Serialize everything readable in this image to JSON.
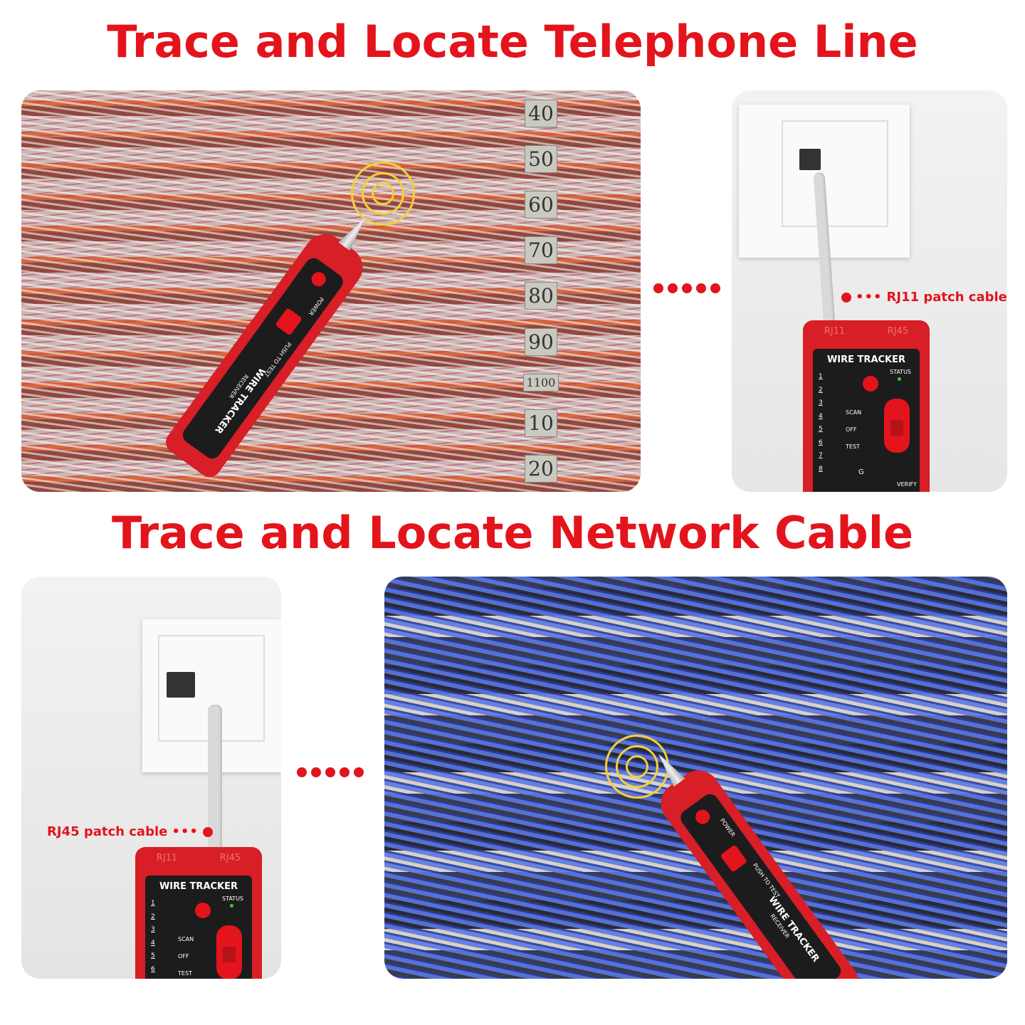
{
  "titles": {
    "telephone": "Trace and Locate Telephone Line",
    "network": "Trace and Locate Network Cable"
  },
  "accent_color": "#e3141c",
  "callouts": {
    "rj11": "RJ11 patch cable",
    "rj45": "RJ45 patch cable",
    "dots": "•••"
  },
  "block_labels": [
    "40",
    "50",
    "60",
    "70",
    "80",
    "90",
    "1100",
    "10",
    "20"
  ],
  "transmitter": {
    "port_left": "RJ11",
    "port_right": "RJ45",
    "name": "WIRE TRACKER",
    "status": "STATUS",
    "pins": "1\n2\n3\n4\n5\n6\n7\n8",
    "modes": "SCAN\nOFF\nTEST",
    "ground": "G",
    "verify": "VERIFY"
  },
  "receiver": {
    "name": "WIRE TRACKER",
    "sub": "RECEIVER",
    "power": "POWER",
    "push": "PUSH TO TEST"
  },
  "icons": [
    "signal-rings-icon",
    "connector-dots-icon"
  ]
}
